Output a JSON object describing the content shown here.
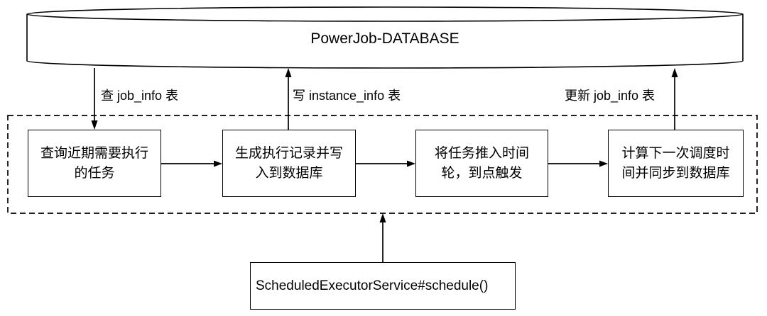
{
  "database": {
    "label": "PowerJob-DATABASE"
  },
  "edges": {
    "query_label": "查 job_info 表",
    "write_label": "写 instance_info 表",
    "update_label": "更新 job_info 表"
  },
  "steps": [
    {
      "label": "查询近期需要执行\n的任务"
    },
    {
      "label": "生成执行记录并写\n入到数据库"
    },
    {
      "label": "将任务推入时间\n轮，到点触发"
    },
    {
      "label": "计算下一次调度时\n间并同步到数据库"
    }
  ],
  "trigger": {
    "label": "ScheduledExecutorService#schedule()"
  },
  "colors": {
    "stroke": "#000000",
    "background": "#ffffff"
  }
}
